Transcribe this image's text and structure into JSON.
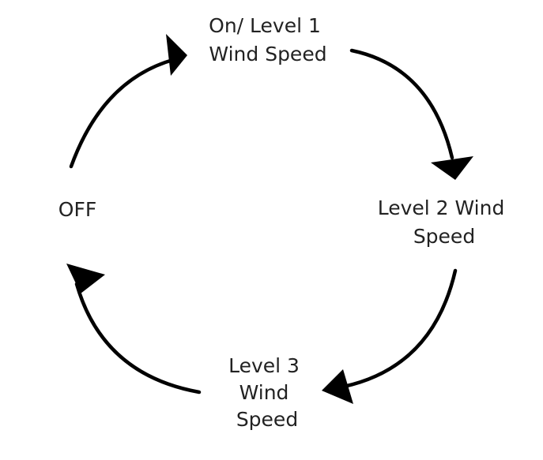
{
  "diagram": {
    "states": [
      {
        "id": "level1",
        "lines": [
          "On/ Level 1",
          "Wind Speed"
        ]
      },
      {
        "id": "level2",
        "lines": [
          "Level 2 Wind",
          "Speed"
        ]
      },
      {
        "id": "level3",
        "lines": [
          "Level 3",
          "Wind",
          "Speed"
        ]
      },
      {
        "id": "off",
        "lines": [
          "OFF"
        ]
      }
    ],
    "transitions": [
      {
        "from": "off",
        "to": "level1"
      },
      {
        "from": "level1",
        "to": "level2"
      },
      {
        "from": "level2",
        "to": "level3"
      },
      {
        "from": "level3",
        "to": "off"
      }
    ],
    "colors": {
      "arrow": "#000000",
      "text": "#222222",
      "background": "#ffffff"
    }
  }
}
